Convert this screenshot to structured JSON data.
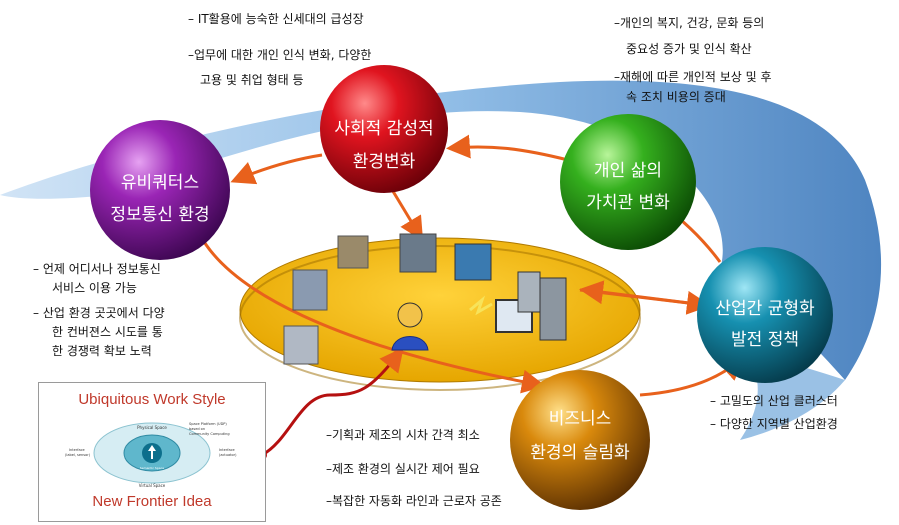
{
  "spheres": {
    "social": {
      "line1": "사회적 감성적",
      "line2": "환경변화",
      "color": "#c8101e"
    },
    "ubiquitous": {
      "line1": "유비쿼터스",
      "line2": "정보통신 환경",
      "color": "#8a1fa0"
    },
    "values": {
      "line1": "개인 삶의",
      "line2": "가치관 변화",
      "color": "#2aa11a"
    },
    "industry": {
      "line1": "산업간 균형화",
      "line2": "발전 정책",
      "color": "#127f9c"
    },
    "business": {
      "line1": "비즈니스",
      "line2": "환경의 슬림화",
      "color": "#c97a08"
    }
  },
  "notes": {
    "social_top_1": "– IT활용에 능숙한 신세대의 급성장",
    "social_top_2": "–업무에 대한 개인 인식 변화, 다양한",
    "social_top_3": "고용 및 취업 형태 등",
    "values_top_1": "–개인의 복지, 건강, 문화 등의",
    "values_top_2": "중요성 증가 및 인식 확산",
    "values_top_3": "–재해에 따른 개인적 보상 및 후",
    "values_top_4": "속 조치 비용의 증대",
    "ubi_1": "–  언제 어디서나 정보통신",
    "ubi_2": "서비스 이용 가능",
    "ubi_3": "–  산업 환경 곳곳에서 다양",
    "ubi_4": "한 컨버젼스 시도를 통",
    "ubi_5": "한 경쟁력 확보 노력",
    "industry_1": "–  고밀도의 산업 클러스터",
    "industry_2": "–  다양한 지역별 산업환경",
    "business_1": "–기획과 제조의 시차 간격 최소",
    "business_2": "–제조 환경의 실시간 제어 필요",
    "business_3": "–복잡한 자동화 라인과 근로자 공존"
  },
  "box": {
    "title": "Ubiquitous  Work Style",
    "subtitle": "New Frontier Idea",
    "mini_1": "Physical Space",
    "mini_2": "Space Platform (UDP)",
    "mini_3": "based on",
    "mini_4": "Community Computing",
    "mini_5": "Interface",
    "mini_6": "(label, sensor)",
    "mini_7": "Interface",
    "mini_8": "(actuator)",
    "mini_9": "Virtual Space",
    "mini_10": "Semantic Space"
  }
}
